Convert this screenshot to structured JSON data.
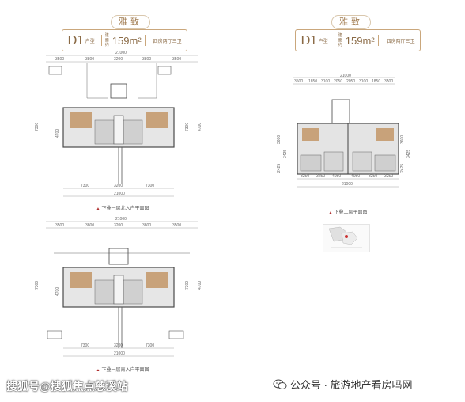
{
  "sheet_left": {
    "badge": "雅致",
    "type_code": "D1",
    "type_suffix": "户型",
    "area_label": "建面约",
    "area": "159m²",
    "layout_desc": "四房两厅三卫",
    "plan_top": {
      "overall_dim": "21000",
      "top_dims": [
        "3500",
        "3800",
        "3200",
        "3800",
        "3500"
      ],
      "bottom_dims": [
        "7300",
        "3200",
        "7300"
      ],
      "bottom_total": "21000",
      "side_dims": [
        "7300",
        "4700",
        "7300",
        "4700"
      ],
      "caption": "下叠一层北入户平面图"
    },
    "plan_bottom": {
      "overall_dim": "21000",
      "top_dims": [
        "3500",
        "3800",
        "3200",
        "3800",
        "3500"
      ],
      "bottom_dims": [
        "7300",
        "3200",
        "7300"
      ],
      "bottom_total": "21000",
      "side_dims": [
        "7300",
        "4700",
        "7300",
        "4700"
      ],
      "caption": "下叠一层南入户平面图"
    }
  },
  "sheet_right": {
    "badge": "雅致",
    "type_code": "D1",
    "type_suffix": "户型",
    "area_label": "建面约",
    "area": "159m²",
    "layout_desc": "四房两厅三卫",
    "plan": {
      "overall_dim": "21000",
      "top_dims": [
        "3500",
        "1850",
        "3100",
        "2050",
        "2050",
        "3100",
        "1850",
        "3500"
      ],
      "bottom_dims": [
        "3250",
        "3250",
        "4050",
        "4050",
        "3250",
        "3250"
      ],
      "bottom_total": "21000",
      "side_dims": [
        "3600",
        "3425",
        "2425",
        "3600",
        "3425",
        "2425"
      ],
      "caption": "下叠二层平面图"
    }
  },
  "watermarks": {
    "left": "搜狐号@搜狐焦点慈溪站",
    "right": "公众号 · 旅游地产看房吗网"
  },
  "colors": {
    "accent": "#a07a4e",
    "wall": "#4a4a4a",
    "floor": "#d9d9d9",
    "wood": "#c8a27a"
  }
}
